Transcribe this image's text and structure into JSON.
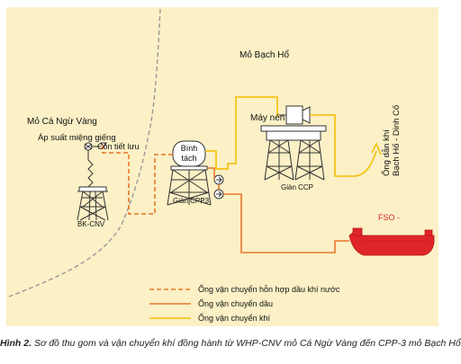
{
  "diagram": {
    "region_right": "Mỏ Bạch Hổ",
    "region_left": "Mỏ Cá Ngừ Vàng",
    "wellhead_pressure": "Áp suất miệng giếng",
    "flow_valve": "Côn tiết lưu",
    "platform_bk": "BK-CNV",
    "separator": "Bình\ntách",
    "platform_cpp3": "Giàn CPP3",
    "compressor": "Máy nén",
    "platform_ccp": "Giàn CCP",
    "pipeline_line1": "Ống dẫn khí",
    "pipeline_line2": "Bạch Hổ - Dinh Cố",
    "fso": "FSO -"
  },
  "legend": {
    "items": [
      {
        "label": "Ống vận chuyển hỗn hợp dầu khí nước",
        "color": "#e8762a",
        "style": "dashed"
      },
      {
        "label": "Ống vận chuyển dầu",
        "color": "#e8762a",
        "style": "solid"
      },
      {
        "label": "Ống vận chuyển khí",
        "color": "#f5c518",
        "style": "solid"
      }
    ]
  },
  "caption": {
    "number": "Hình 2.",
    "text": "Sơ đồ thu gom và vận chuyển khí đồng hành từ WHP-CNV mỏ Cá Ngừ Vàng đến CPP-3 mỏ Bạch Hổ"
  },
  "colors": {
    "background": "#fbf0c6",
    "mixed_pipe": "#e8762a",
    "oil_pipe": "#e8762a",
    "gas_pipe": "#f5c518",
    "fso_hull": "#e0252a",
    "boundary": "#9a9a9a"
  }
}
